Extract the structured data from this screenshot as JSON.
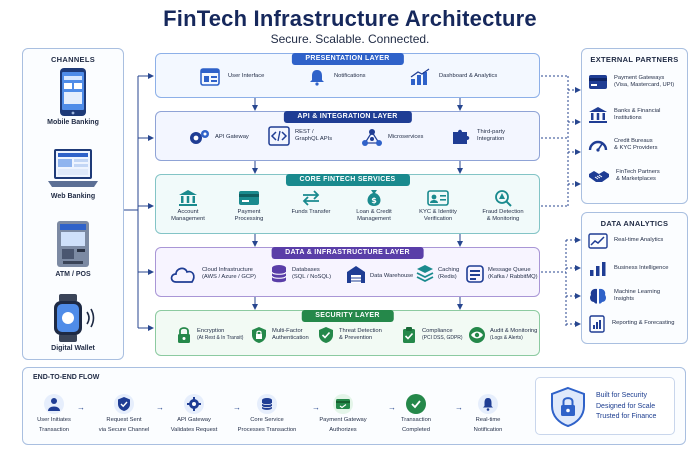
{
  "header": {
    "title": "FinTech Infrastructure Architecture",
    "subtitle": "Secure. Scalable. Connected."
  },
  "channels": {
    "title": "CHANNELS",
    "items": [
      {
        "label": "Mobile Banking",
        "icon": "smartphone-icon"
      },
      {
        "label": "Web Banking",
        "icon": "laptop-icon"
      },
      {
        "label": "ATM / POS",
        "icon": "atm-icon"
      },
      {
        "label": "Digital Wallet",
        "icon": "smartwatch-icon"
      }
    ]
  },
  "layers": {
    "presentation": {
      "title": "PRESENTATION LAYER",
      "items": [
        {
          "label": "User Interface",
          "icon": "browser-window-icon"
        },
        {
          "label": "Notifications",
          "icon": "bell-icon"
        },
        {
          "label": "Dashboard & Analytics",
          "icon": "bar-chart-icon"
        }
      ]
    },
    "api": {
      "title": "API & INTEGRATION LAYER",
      "items": [
        {
          "label": "API Gateway",
          "icon": "gears-icon"
        },
        {
          "label": "REST /",
          "label2": "GraphQL APIs",
          "icon": "code-icon"
        },
        {
          "label": "Microservices",
          "icon": "network-nodes-icon"
        },
        {
          "label": "Third-party",
          "label2": "Integration",
          "icon": "puzzle-icon"
        }
      ]
    },
    "core": {
      "title": "CORE FINTECH SERVICES",
      "items": [
        {
          "label": "Account",
          "label2": "Management",
          "icon": "bank-icon"
        },
        {
          "label": "Payment",
          "label2": "Processing",
          "icon": "credit-card-icon"
        },
        {
          "label": "Funds Transfer",
          "label2": "",
          "icon": "transfer-arrows-icon"
        },
        {
          "label": "Loan & Credit",
          "label2": "Management",
          "icon": "money-bag-icon"
        },
        {
          "label": "KYC & Identity",
          "label2": "Verification",
          "icon": "id-card-icon"
        },
        {
          "label": "Fraud Detection",
          "label2": "& Monitoring",
          "icon": "alert-magnifier-icon"
        }
      ]
    },
    "data": {
      "title": "DATA & INFRASTRUCTURE LAYER",
      "items": [
        {
          "label": "Cloud Infrastructure",
          "label2": "(AWS / Azure / GCP)",
          "icon": "cloud-icon"
        },
        {
          "label": "Databases",
          "label2": "(SQL / NoSQL)",
          "icon": "database-icon"
        },
        {
          "label": "Data Warehouse",
          "label2": "",
          "icon": "warehouse-icon"
        },
        {
          "label": "Caching",
          "label2": "(Redis)",
          "icon": "layers-icon"
        },
        {
          "label": "Message Queue",
          "label2": "(Kafka / RabbitMQ)",
          "icon": "queue-icon"
        }
      ]
    },
    "security": {
      "title": "SECURITY LAYER",
      "items": [
        {
          "label": "Encryption",
          "label2": "(At Rest & In Transit)",
          "icon": "lock-icon"
        },
        {
          "label": "Multi-Factor",
          "label2": "Authentication",
          "icon": "shield-lock-icon"
        },
        {
          "label": "Threat Detection",
          "label2": "& Prevention",
          "icon": "shield-check-icon"
        },
        {
          "label": "Compliance",
          "label2": "(PCI DSS, GDPR)",
          "icon": "clipboard-check-icon"
        },
        {
          "label": "Audit & Monitoring",
          "label2": "(Logs & Alerts)",
          "icon": "eye-icon"
        }
      ]
    }
  },
  "external_partners": {
    "title": "EXTERNAL PARTNERS",
    "items": [
      {
        "label": "Payment Gateways",
        "label2": "(Visa, Mastercard, UPI)",
        "icon": "card-icon"
      },
      {
        "label": "Banks & Financial",
        "label2": "Institutions",
        "icon": "bank-icon"
      },
      {
        "label": "Credit Bureaus",
        "label2": "& KYC Providers",
        "icon": "gauge-icon"
      },
      {
        "label": "FinTech Partners",
        "label2": "& Marketplaces",
        "icon": "handshake-icon"
      }
    ]
  },
  "data_analytics": {
    "title": "DATA ANALYTICS",
    "items": [
      {
        "label": "Real-time Analytics",
        "icon": "line-chart-icon"
      },
      {
        "label": "Business Intelligence",
        "icon": "bar-chart-icon"
      },
      {
        "label": "Machine Learning",
        "label2": "Insights",
        "icon": "brain-icon"
      },
      {
        "label": "Reporting & Forecasting",
        "icon": "report-icon"
      }
    ]
  },
  "flow": {
    "title": "END-TO-END FLOW",
    "steps": [
      {
        "label": "User Initiates",
        "label2": "Transaction",
        "icon": "user-icon"
      },
      {
        "label": "Request Sent",
        "label2": "via Secure Channel",
        "icon": "shield-icon"
      },
      {
        "label": "API Gateway",
        "label2": "Validates Request",
        "icon": "gear-icon"
      },
      {
        "label": "Core Service",
        "label2": "Processes Transaction",
        "icon": "database-icon"
      },
      {
        "label": "Payment Gateway",
        "label2": "Authorizes",
        "icon": "card-check-icon"
      },
      {
        "label": "Transaction",
        "label2": "Completed",
        "icon": "check-circle-icon"
      },
      {
        "label": "Real-time",
        "label2": "Notification",
        "icon": "bell-icon"
      }
    ]
  },
  "trust": {
    "icon": "shield-lock-icon",
    "lines": [
      "Built for Security",
      "Designed for Scale",
      "Trusted for Finance"
    ]
  },
  "colors": {
    "navy": "#16285c",
    "presentation": "#2f62c9",
    "api": "#1f3d94",
    "core": "#1a8a8e",
    "data": "#5a3ea8",
    "security": "#25884a"
  }
}
